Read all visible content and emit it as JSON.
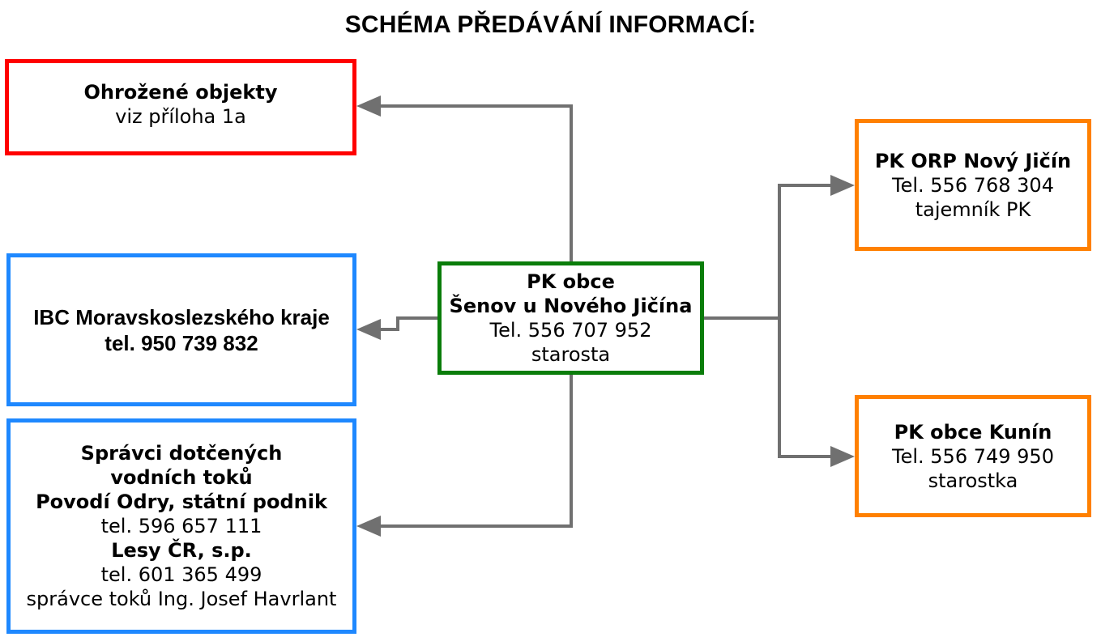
{
  "title": "SCHÉMA PŘEDÁVÁNÍ INFORMACÍ:",
  "boxes": {
    "threatened": {
      "name": "Ohrožené objekty",
      "note": "viz příloha 1a",
      "color": "#ff0000"
    },
    "ibc": {
      "name": "IBC Moravskoslezského kraje",
      "phone": "tel. 950 739 832",
      "color": "#1e88ff"
    },
    "water": {
      "line1": "Správci dotčených",
      "line2": "vodních toků",
      "org1": "Povodí Odry, státní podnik",
      "org1_phone": "tel. 596 657 111",
      "org2": "Lesy ČR, s.p.",
      "org2_phone": "tel. 601 365 499",
      "org2_manager": "správce toků Ing. Josef Havrlant",
      "color": "#1e88ff"
    },
    "center": {
      "line1": "PK obce",
      "line2": "Šenov u Nového Jičína",
      "phone": "Tel. 556 707 952",
      "role": "starosta",
      "color": "#0a7d0a"
    },
    "orp": {
      "name": "PK ORP Nový Jičín",
      "phone": "Tel. 556 768 304",
      "role": "tajemník PK",
      "color": "#ff8000"
    },
    "kunin": {
      "name": "PK obce Kunín",
      "phone": "Tel. 556 749 950",
      "role": "starostka",
      "color": "#ff8000"
    }
  },
  "connector_color": "#707070"
}
